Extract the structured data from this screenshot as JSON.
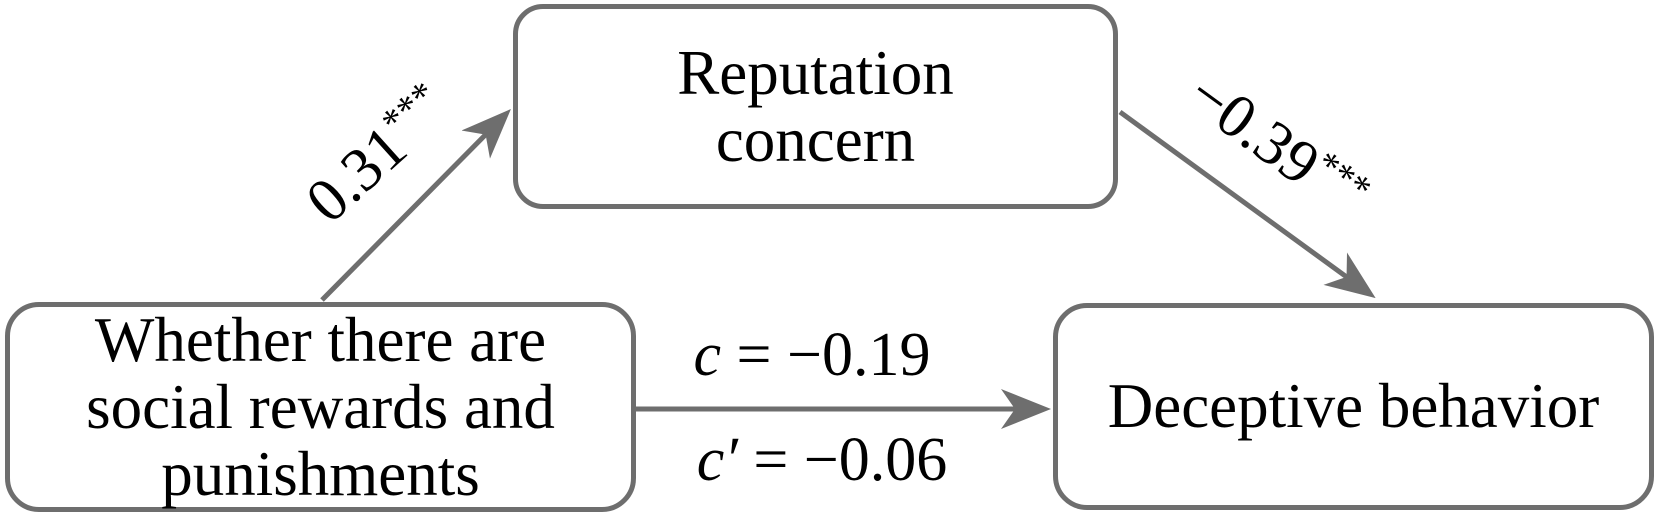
{
  "figure": {
    "kind": "mediation-path-diagram",
    "colors": {
      "line_gray": "#6e6e6e",
      "text_black": "#000000",
      "background": "#ffffff"
    },
    "boxes": {
      "mediator": {
        "lines": [
          "Reputation",
          "concern"
        ]
      },
      "predictor": {
        "lines": [
          "Whether there are",
          "social rewards and",
          "punishments"
        ]
      },
      "outcome": {
        "lines": [
          "Deceptive behavior"
        ]
      }
    },
    "edges": {
      "a": {
        "from": "predictor",
        "to": "mediator",
        "coefficient": "0.31",
        "stars": "***"
      },
      "b": {
        "from": "mediator",
        "to": "outcome",
        "coefficient": "−0.39",
        "stars": "***"
      },
      "c_total": {
        "variable": "c",
        "rest": " = −0.19"
      },
      "c_direct": {
        "variable": "c′",
        "rest": " = −0.06"
      }
    }
  }
}
